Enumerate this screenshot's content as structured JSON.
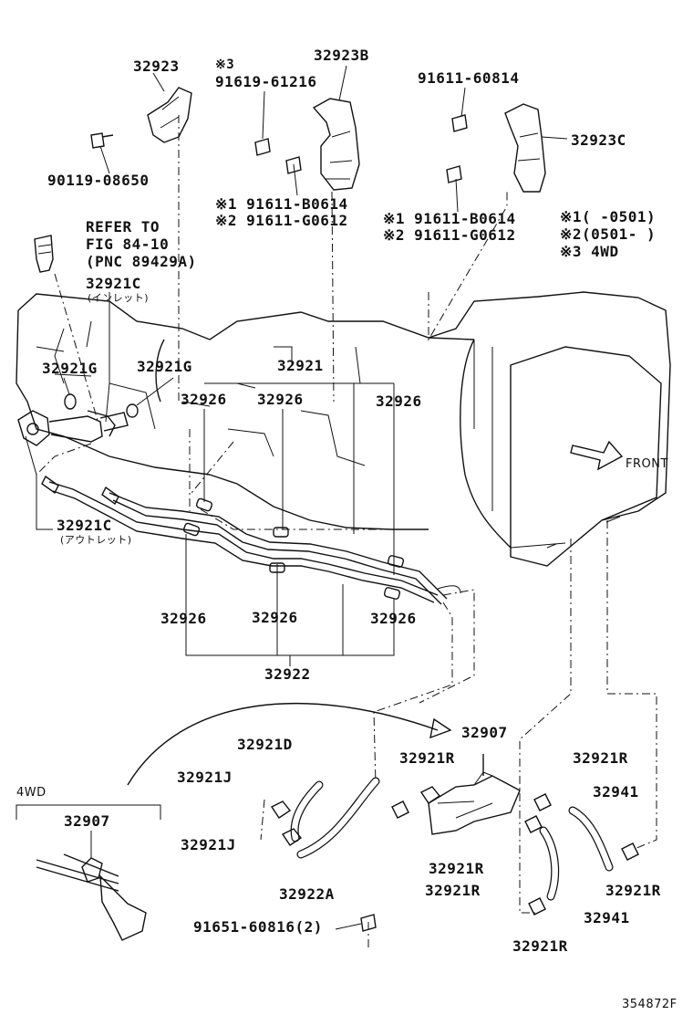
{
  "labels": {
    "p32923": "32923",
    "p90119": "90119-08650",
    "note3_mark": "※3",
    "p91619": "91619-61216",
    "p32923B": "32923B",
    "alt1_left": "※1 91611-B0614",
    "alt2_left": "※2 91611-G0612",
    "p91611_top": "91611-60814",
    "p32923C": "32923C",
    "alt1_right": "※1 91611-B0614",
    "alt2_right": "※2 91611-G0612",
    "legend1": "※1(    -0501)",
    "legend2": "※2(0501-    )",
    "legend3": "※3 4WD",
    "refer1": "REFER TO",
    "refer2": "FIG 84-10",
    "refer3": "(PNC 89429A)",
    "p32921C_in": "32921C",
    "inlet": "(インレット)",
    "p32921G_l": "32921G",
    "p32921G_r": "32921G",
    "p32921": "32921",
    "p32926_a": "32926",
    "p32926_b": "32926",
    "p32926_c": "32926",
    "p32921C_out": "32921C",
    "outlet": "(アウトレット)",
    "p32926_d": "32926",
    "p32926_e": "32926",
    "p32926_f": "32926",
    "p32922": "32922",
    "front": "FRONT",
    "p32907_top": "32907",
    "p32921D": "32921D",
    "p32921R_1": "32921R",
    "p32921R_2": "32921R",
    "p32921J_1": "32921J",
    "p32921J_2": "32921J",
    "fourwd": "4WD",
    "p32907_box": "32907",
    "p32941_1": "32941",
    "p32921R_3": "32921R",
    "p32921R_4": "32921R",
    "p32922A": "32922A",
    "p32921R_5": "32921R",
    "p32941_2": "32941",
    "p91651": "91651-60816(2)",
    "p32921R_6": "32921R",
    "figure_code": "354872F"
  }
}
